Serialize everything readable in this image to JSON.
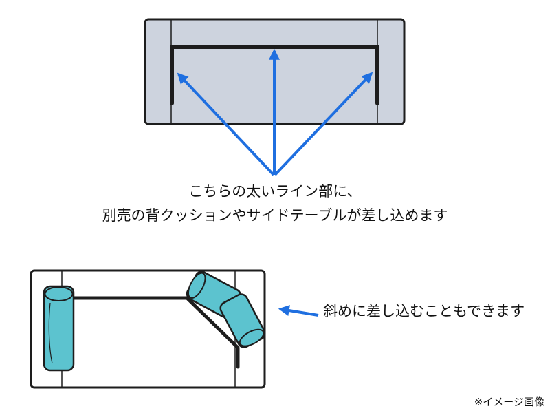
{
  "captions": {
    "line1": "こちらの太いライン部に、",
    "line2": "別売の背クッションやサイドテーブルが差し込めます",
    "diagonal": "斜めに差し込むこともできます",
    "image_note": "※イメージ画像"
  },
  "colors": {
    "sofa_top_fill": "#cdd3de",
    "outline": "#1d1d1d",
    "arrow": "#1f6fe0",
    "cushion": "#5cc3cf"
  }
}
